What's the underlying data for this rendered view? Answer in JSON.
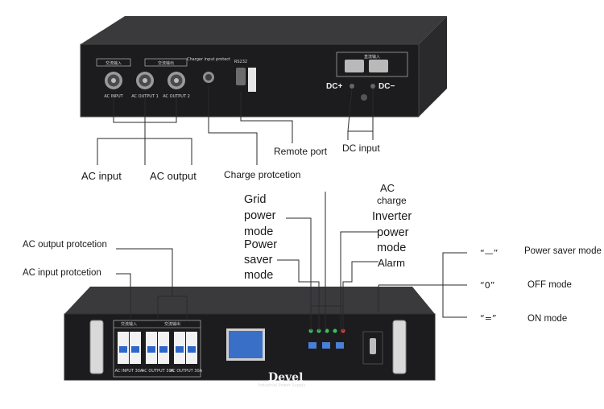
{
  "rear_panel": {
    "port_headers": {
      "ac_input": "交流输入",
      "ac_output": "交流输出",
      "dc_input": "直流输入"
    },
    "port_captions": {
      "ac_input": "AC INPUT",
      "ac_output_1": "AC OUTPUT 1",
      "ac_output_2": "AC OUTPUT 2",
      "charger": "Charger input protect",
      "rs232": "RS232"
    },
    "dc_plus": "DC+",
    "dc_minus": "DC−"
  },
  "front_panel": {
    "brand": "Devel",
    "brand_sub": "Industrial Power Supply",
    "breaker_header_in": "交流输入",
    "breaker_header_out": "交流输出",
    "breaker_labels": [
      "AC INPUT 30A",
      "AC OUTPUT 30A",
      "AC OUTPUT 30A"
    ]
  },
  "callouts": {
    "ac_input": "AC input",
    "ac_output": "AC output",
    "charge_protection": "Charge protcetion",
    "remote_port": "Remote port",
    "dc_input": "DC input",
    "grid_power_mode": [
      "Grid",
      "power",
      "mode"
    ],
    "power_saver_mode": [
      "Power",
      "saver",
      "mode"
    ],
    "ac_charge": [
      "AC",
      "charge"
    ],
    "inverter_power_mode": [
      "Inverter",
      "power",
      "mode"
    ],
    "alarm": "Alarm",
    "ac_output_protection": "AC output protcetion",
    "ac_input_protection": "AC input protcetion"
  },
  "switch_modes": [
    {
      "symbol": "“—”",
      "label": "Power saver mode"
    },
    {
      "symbol": "“0”",
      "label": "OFF mode"
    },
    {
      "symbol": "“=”",
      "label": "ON mode"
    }
  ],
  "colors": {
    "panel": "#1c1c1e",
    "panel_edge": "#2e2e31",
    "callout_line": "#2a2a2a",
    "lcd": "#3a6fc8",
    "dc_connector": "#b9b9b9"
  }
}
